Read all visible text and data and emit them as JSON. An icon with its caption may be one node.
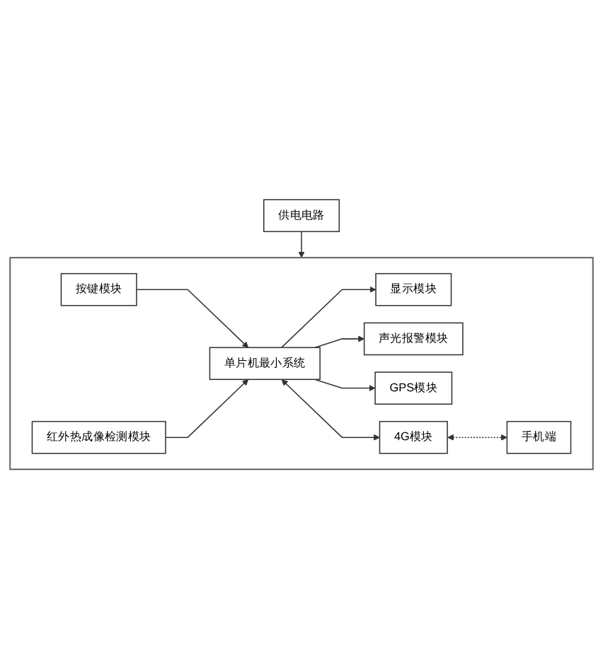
{
  "diagram": {
    "nodes": [
      {
        "text": [
          "供电电路"
        ]
      },
      {
        "text": [],
        "shape": "box"
      },
      {
        "text": [
          "按键模块"
        ],
        "in": 1
      },
      {
        "text": [
          "红外热成像检测模块"
        ],
        "in": 1
      },
      {
        "text": [
          "单片机最小系统"
        ],
        "in": 1
      },
      {
        "text": [
          "显示模块"
        ],
        "in": 1
      },
      {
        "text": [
          "声光报警模块"
        ],
        "in": 1
      },
      {
        "text": [
          "GPS模块"
        ],
        "in": 1
      },
      {
        "text": [
          "4G模块"
        ],
        "in": 1
      },
      {
        "text": [
          "手机端"
        ],
        "in": 1
      }
    ],
    "edges": [
      {
        "from": 0,
        "to": 1,
        "arrow": "to"
      },
      {
        "from": 2,
        "to": 4,
        "arrow": "to"
      },
      {
        "from": 3,
        "to": 4,
        "arrow": "to"
      },
      {
        "from": 4,
        "to": 5,
        "arrow": "to"
      },
      {
        "from": 4,
        "to": 6,
        "arrow": "to"
      },
      {
        "from": 4,
        "to": 7,
        "arrow": "to"
      },
      {
        "from": 4,
        "to": 8,
        "arrow": "both"
      },
      {
        "from": 8,
        "to": 9,
        "arrow": "both",
        "style": "dashed"
      }
    ]
  }
}
